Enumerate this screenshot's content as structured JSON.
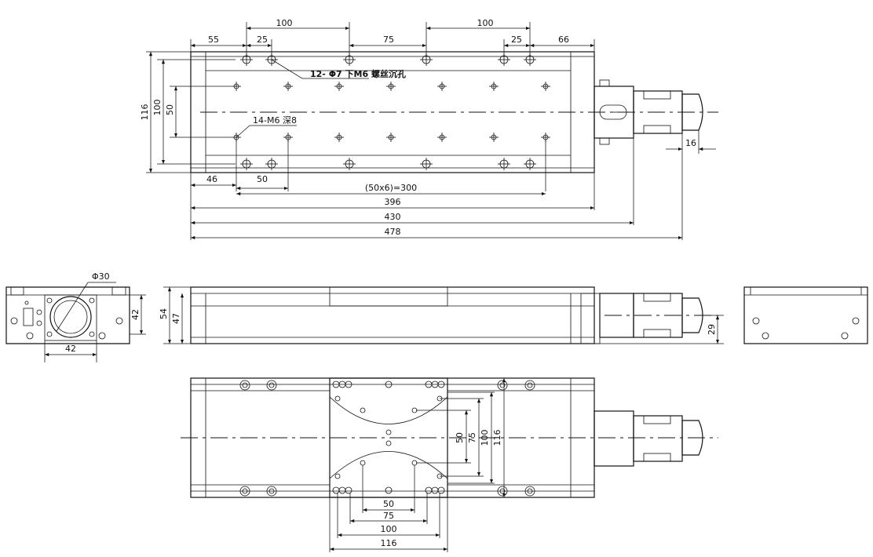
{
  "top_view": {
    "dims_top": [
      "100",
      "100",
      "55",
      "25",
      "75",
      "25",
      "66"
    ],
    "dims_left": [
      "116",
      "100",
      "50"
    ],
    "dims_bottom": [
      "46",
      "50",
      "(50x6)=300",
      "396",
      "430",
      "478"
    ],
    "dim_right": "16",
    "note_countersunk": "12- Φ7 下M6 螺丝沉孔",
    "note_threaded": "14-M6 深8"
  },
  "end_view_left": {
    "diameter": "Φ30",
    "width": "42",
    "height": "42"
  },
  "side_view": {
    "heights": [
      "54",
      "47"
    ],
    "center_height": "29"
  },
  "bottom_view": {
    "dims_right": [
      "50",
      "75",
      "100",
      "116"
    ],
    "dims_bottom": [
      "50",
      "75",
      "100",
      "116"
    ]
  }
}
